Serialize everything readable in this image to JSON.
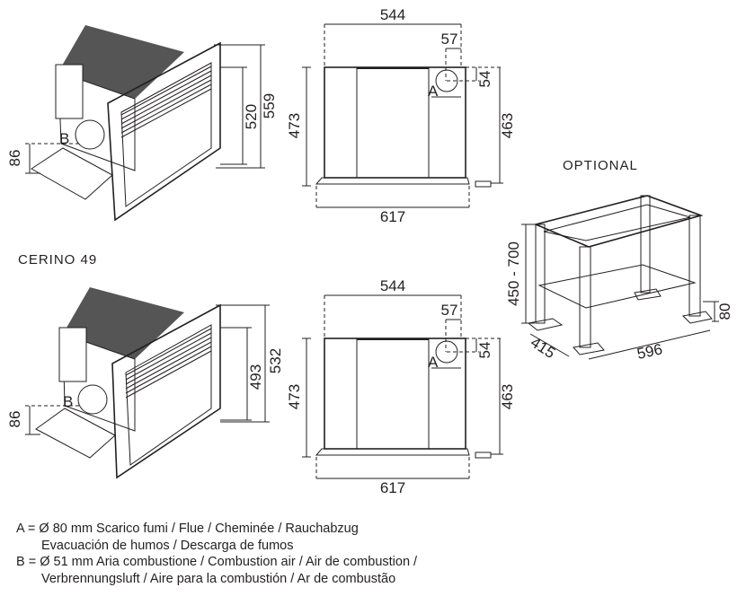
{
  "model_label": "CERINO 49",
  "optional_label": "OPTIONAL",
  "view1": {
    "d_depth_side": "86",
    "d_height_total": "559",
    "d_height_body": "520",
    "marker_b": "B",
    "front_width_top": "544",
    "front_offset": "57",
    "front_vertical_offset": "54",
    "marker_a": "A",
    "front_height_left": "473",
    "front_height_right": "463",
    "front_width_base": "617"
  },
  "view2": {
    "d_depth_side": "86",
    "d_height_total": "532",
    "d_height_body": "493",
    "marker_b": "B",
    "front_width_top": "544",
    "front_offset": "57",
    "front_vertical_offset": "54",
    "marker_a": "A",
    "front_height_left": "473",
    "front_height_right": "463",
    "front_width_base": "617"
  },
  "stand": {
    "height_range": "450 - 700",
    "foot_height": "80",
    "depth": "415",
    "width": "596"
  },
  "legend": {
    "a_line1": "A = Ø 80 mm  Scarico fumi / Flue / Cheminée / Rauchabzug",
    "a_line2": "Evacuación de humos / Descarga de fumos",
    "b_line1": "B = Ø 51 mm  Aria combustione / Combustion air / Air de combustion /",
    "b_line2": "Verbrennungsluft / Aire para la combustión / Ar de combustão"
  }
}
